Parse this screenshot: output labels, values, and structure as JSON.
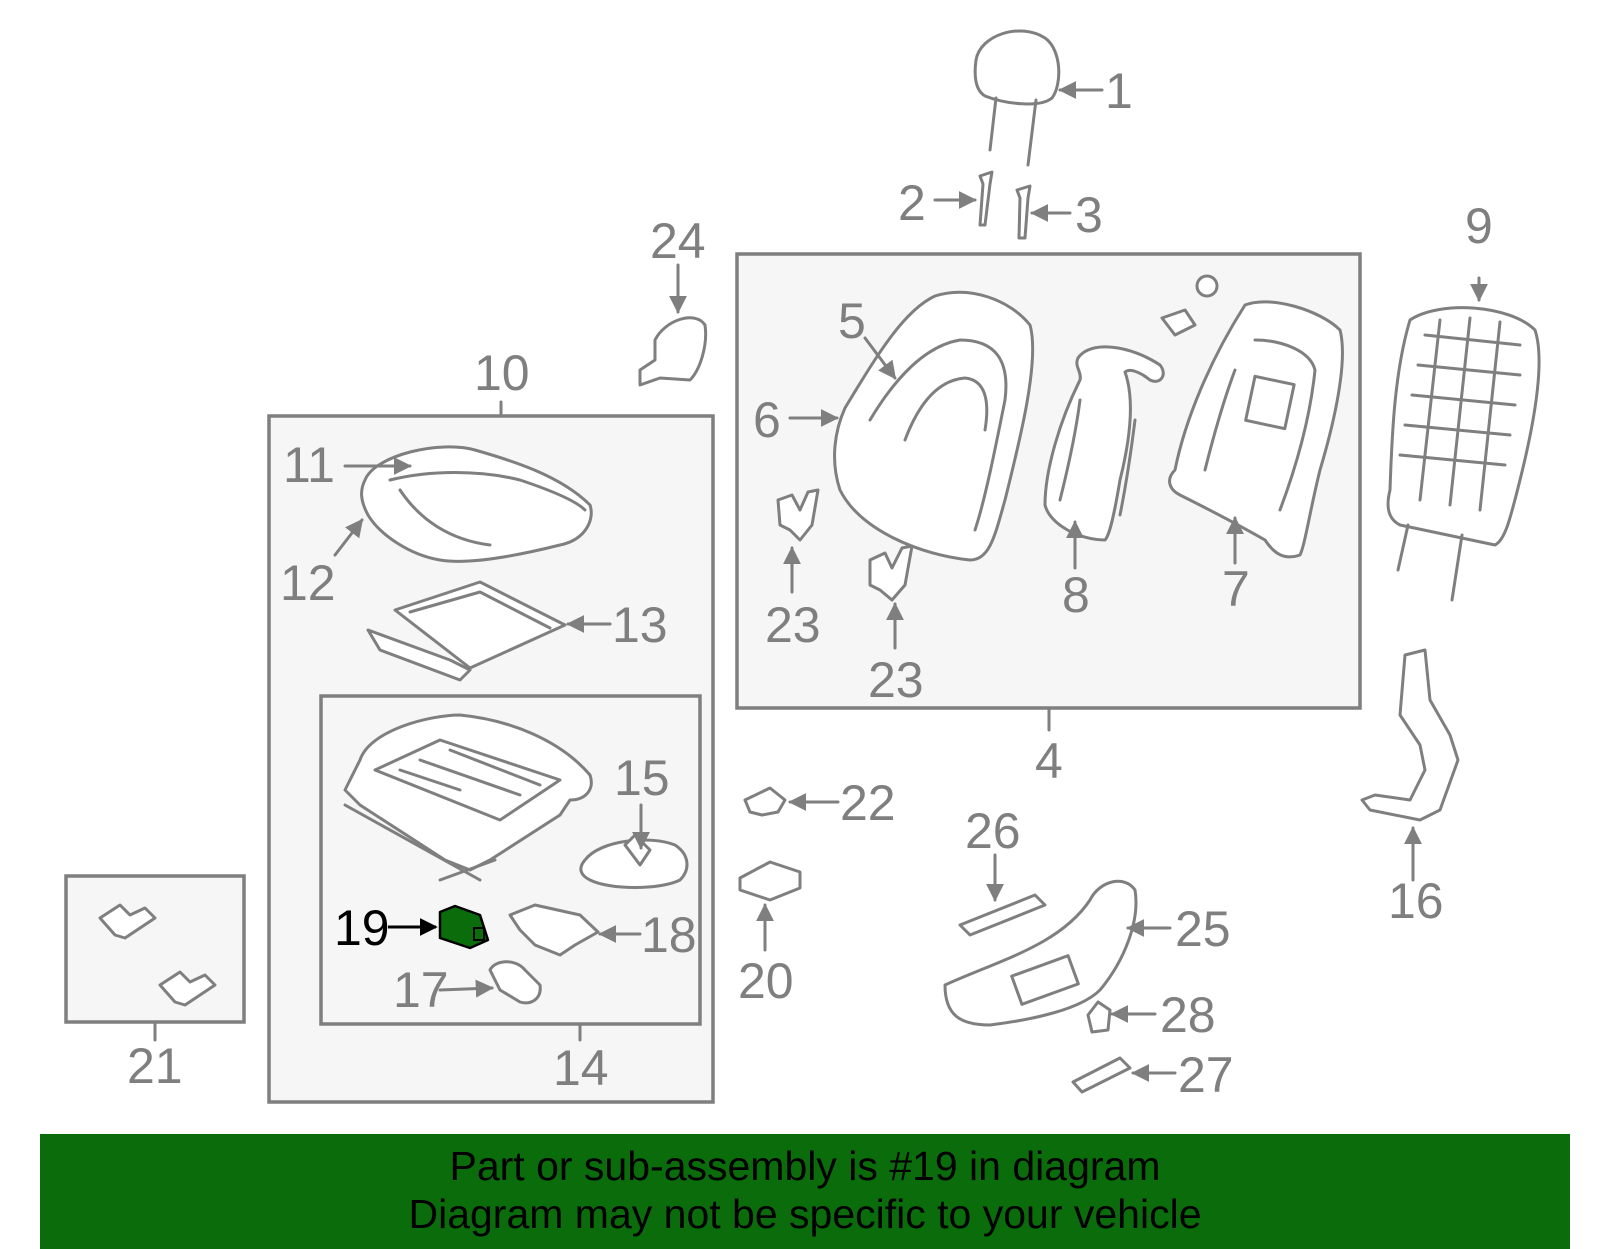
{
  "highlight_color": "#0a6c0a",
  "highlighted_part": "19",
  "callouts": {
    "c1": "1",
    "c2": "2",
    "c3": "3",
    "c4": "4",
    "c5": "5",
    "c6": "6",
    "c7": "7",
    "c8": "8",
    "c9": "9",
    "c10": "10",
    "c11": "11",
    "c12": "12",
    "c13": "13",
    "c14": "14",
    "c15": "15",
    "c16": "16",
    "c17": "17",
    "c18": "18",
    "c19": "19",
    "c20": "20",
    "c21": "21",
    "c22": "22",
    "c23a": "23",
    "c23b": "23",
    "c24": "24",
    "c25": "25",
    "c26": "26",
    "c27": "27",
    "c28": "28"
  },
  "banner": {
    "line1": "Part or sub-assembly is #19 in diagram",
    "line2": "Diagram may not be specific to your vehicle"
  }
}
